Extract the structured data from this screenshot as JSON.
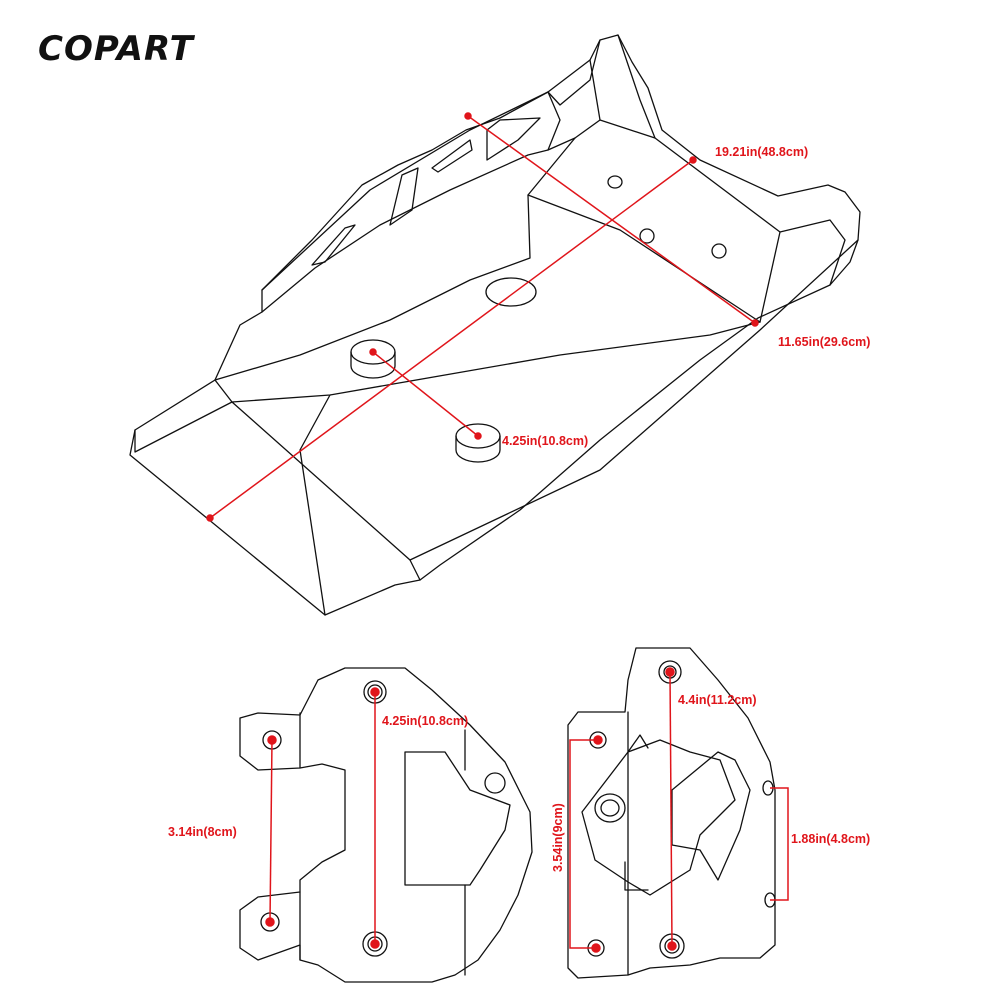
{
  "brand": {
    "logo_text": "COPART"
  },
  "colors": {
    "dimension": "#e0151b",
    "outline": "#111111",
    "background": "#ffffff"
  },
  "skid_plate": {
    "dimensions": {
      "length": "19.21in(48.8cm)",
      "width": "11.65in(29.6cm)",
      "mount_spacing": "4.25in(10.8cm)"
    }
  },
  "left_bracket": {
    "dimensions": {
      "hole_spacing": "4.25in(10.8cm)",
      "tab_spacing": "3.14in(8cm)"
    }
  },
  "right_bracket": {
    "dimensions": {
      "hole_spacing": "4.4in(11.2cm)",
      "tab_spacing": "3.54in(9cm)",
      "side_spacing": "1.88in(4.8cm)"
    }
  }
}
